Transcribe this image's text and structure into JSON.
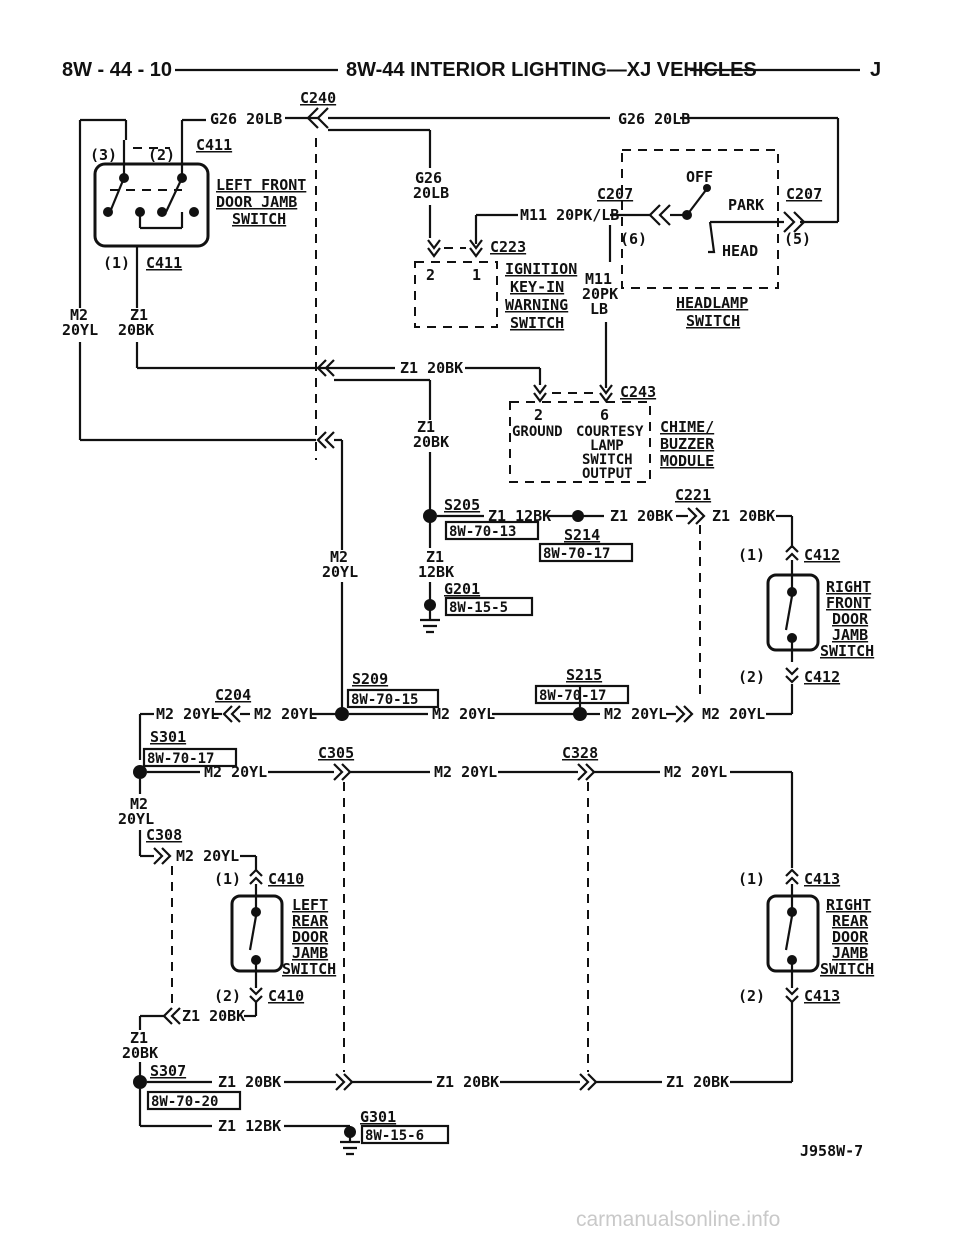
{
  "header": {
    "left": "8W - 44 - 10",
    "title": "8W-44 INTERIOR LIGHTING—XJ VEHICLES",
    "right": "J"
  },
  "figure_id": "J958W-7",
  "watermark": "carmanualsonline.info",
  "connectors": {
    "c240": "C240",
    "c411a": "C411",
    "c411b": "C411",
    "c207a": "C207",
    "c207b": "C207",
    "c223": "C223",
    "c243": "C243",
    "c221": "C221",
    "c412a": "C412",
    "c412b": "C412",
    "c204": "C204",
    "c305": "C305",
    "c328": "C328",
    "c308": "C308",
    "c410a": "C410",
    "c410b": "C410",
    "c413a": "C413",
    "c413b": "C413"
  },
  "pins": {
    "p3": "(3)",
    "p2": "(2)",
    "p1": "(1)",
    "p6": "(6)",
    "p5": "(5)",
    "c223_2": "2",
    "c223_1": "1",
    "c243_2": "2",
    "c243_6": "6",
    "c412_1": "(1)",
    "c412_2": "(2)",
    "c410_1": "(1)",
    "c410_2": "(2)",
    "c413_1": "(1)",
    "c413_2": "(2)"
  },
  "wires": {
    "g26_left": "G26 20LB",
    "g26_right": "G26 20LB",
    "g26_v1": "G26",
    "g26_v2": "20LB",
    "m11": "M11 20PK/LB",
    "m11_v1": "M11",
    "m11_v2": "20PK",
    "m11_v3": "LB",
    "m2_l1": "M2",
    "m2_l2": "20YL",
    "z1_l1": "Z1",
    "z1_l2": "20BK",
    "z1_mid": "Z1 20BK",
    "z1_v1": "Z1",
    "z1_v2": "20BK",
    "z1_12bk": "Z1 12BK",
    "z1_20bk_a": "Z1 20BK",
    "z1_20bk_b": "Z1 20BK",
    "z1_12bk_v1": "Z1",
    "z1_12bk_v2": "12BK",
    "m2_mid1": "M2",
    "m2_mid2": "20YL",
    "m2_a": "M2 20YL",
    "m2_b": "M2 20YL",
    "m2_c": "M2 20YL",
    "m2_d": "M2 20YL",
    "m2_e": "M2 20YL",
    "m2_f": "M2 20YL",
    "m2_g": "M2 20YL",
    "m2_h": "M2 20YL",
    "m2_v1": "M2",
    "m2_v2": "20YL",
    "m2_308": "M2 20YL",
    "z1_410": "Z1 20BK",
    "z1_v3": "Z1",
    "z1_v4": "20BK",
    "z1_b1": "Z1 20BK",
    "z1_b2": "Z1 20BK",
    "z1_b3": "Z1 20BK",
    "z1_b4": "Z1 12BK"
  },
  "splices": {
    "s205": "S205",
    "s205_ref": "8W-70-13",
    "s214": "S214",
    "s214_ref": "8W-70-17",
    "g201": "G201",
    "g201_ref": "8W-15-5",
    "s209": "S209",
    "s209_ref": "8W-70-15",
    "s215": "S215",
    "s215_ref": "8W-70-17",
    "s301": "S301",
    "s301_ref": "8W-70-17",
    "s307": "S307",
    "s307_ref": "8W-70-20",
    "g301": "G301",
    "g301_ref": "8W-15-6"
  },
  "components": {
    "lf_switch": [
      "LEFT FRONT",
      "DOOR JAMB",
      "SWITCH"
    ],
    "ignition": [
      "IGNITION",
      "KEY-IN",
      "WARNING",
      "SWITCH"
    ],
    "headlamp": [
      "HEADLAMP",
      "SWITCH"
    ],
    "headlamp_pos": [
      "OFF",
      "PARK",
      "HEAD"
    ],
    "chime_pins": [
      "GROUND",
      "COURTESY",
      "LAMP",
      "SWITCH",
      "OUTPUT"
    ],
    "chime": [
      "CHIME/",
      "BUZZER",
      "MODULE"
    ],
    "rf_switch": [
      "RIGHT",
      "FRONT",
      "DOOR",
      "JAMB",
      "SWITCH"
    ],
    "lr_switch": [
      "LEFT",
      "REAR",
      "DOOR",
      "JAMB",
      "SWITCH"
    ],
    "rr_switch": [
      "RIGHT",
      "REAR",
      "DOOR",
      "JAMB",
      "SWITCH"
    ]
  }
}
